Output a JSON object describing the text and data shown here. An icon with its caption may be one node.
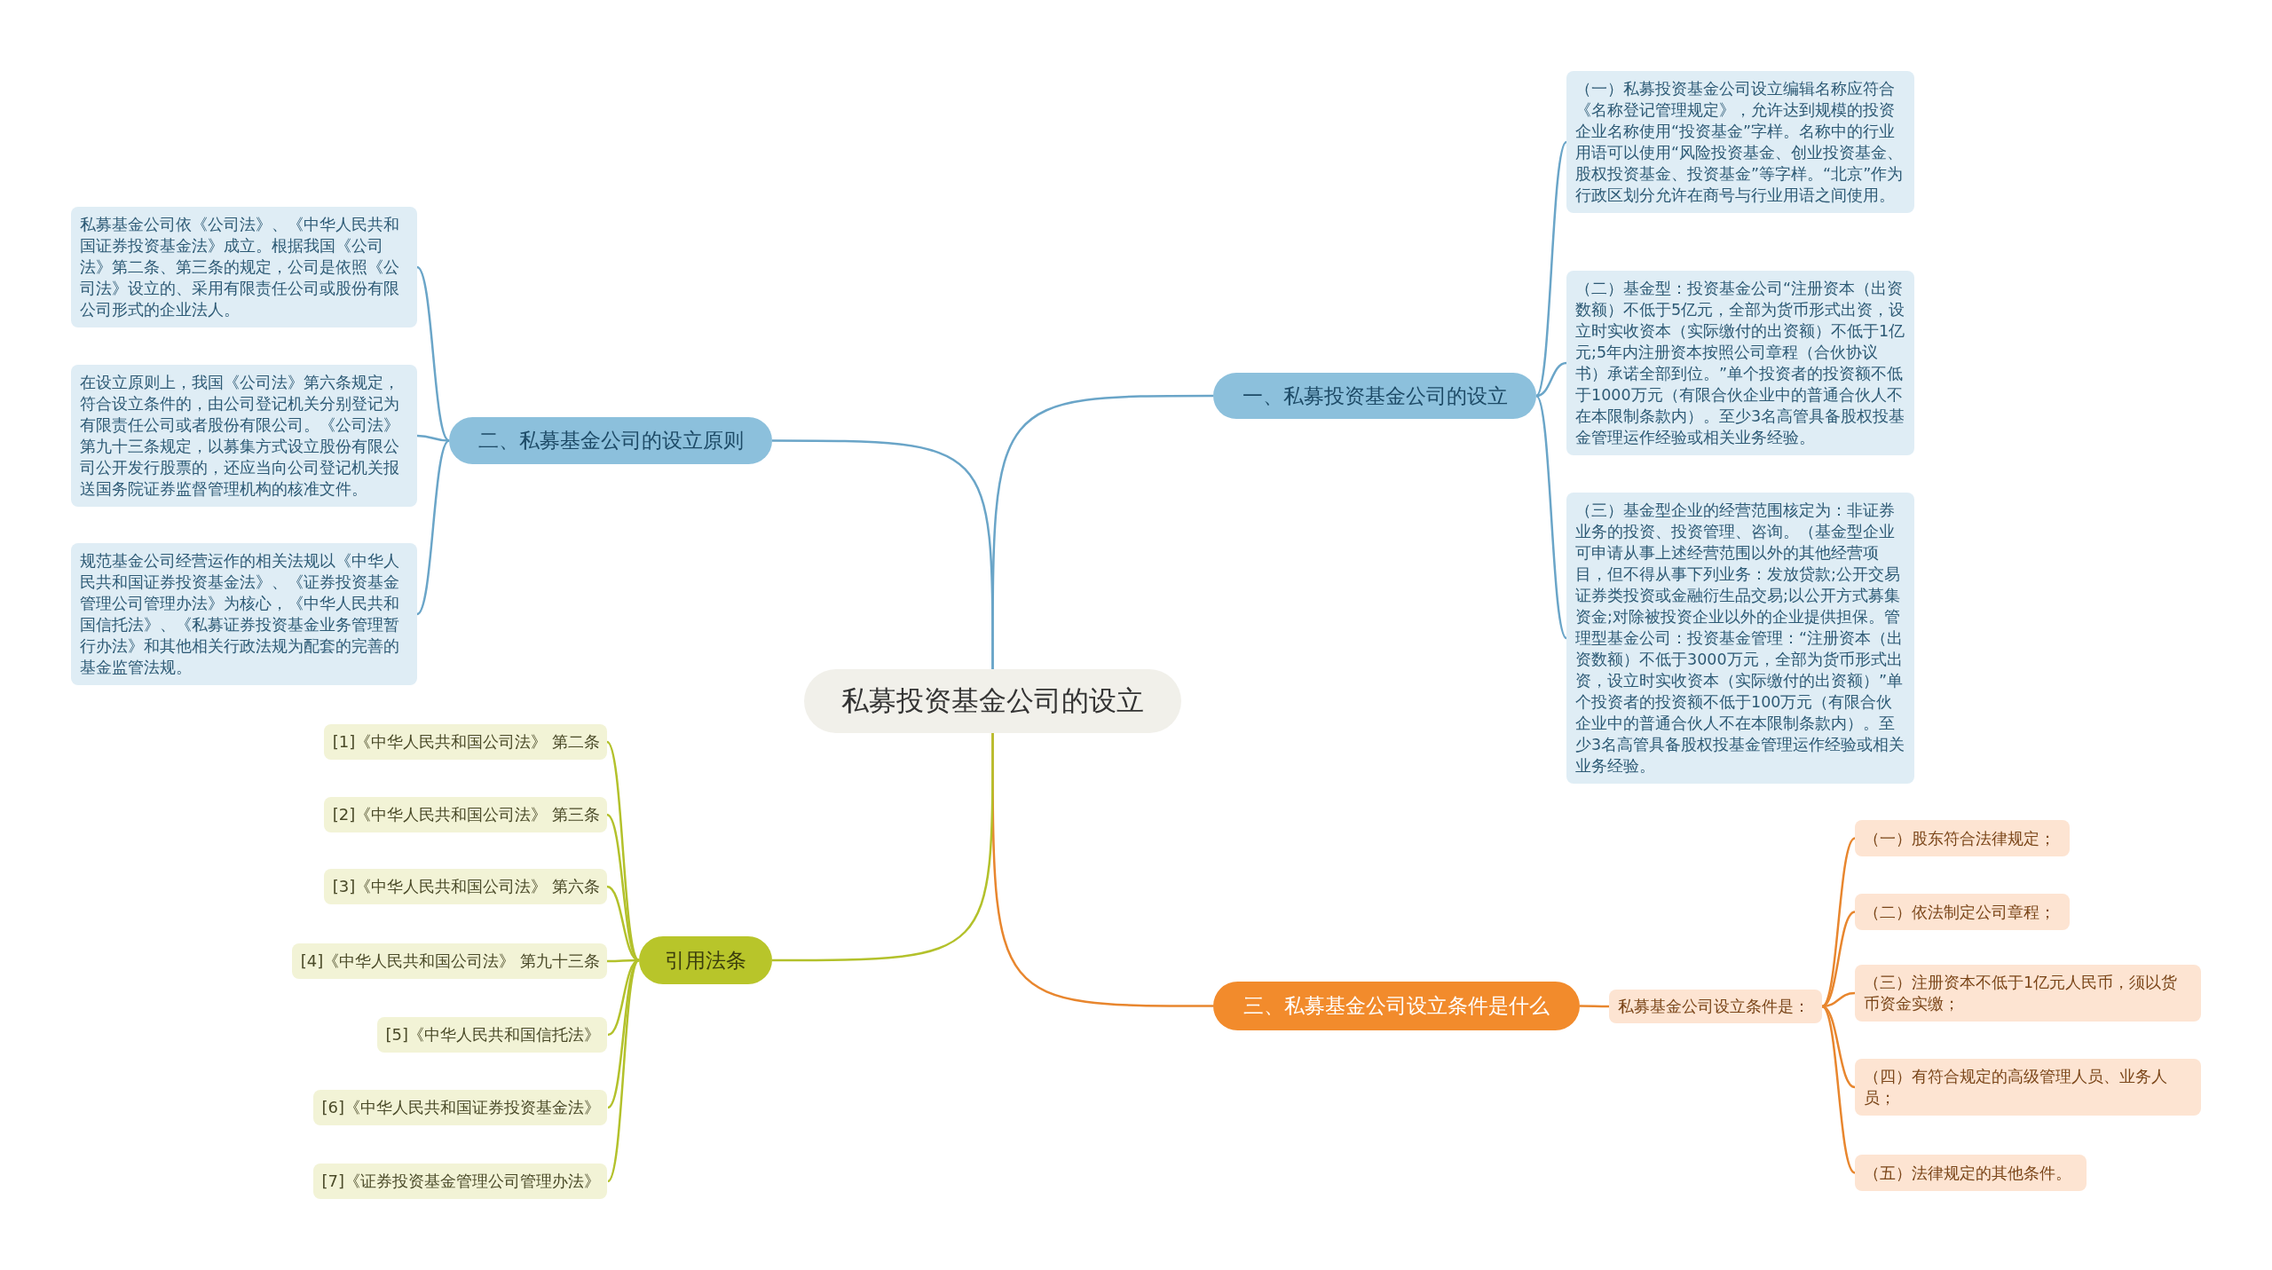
{
  "diagram": {
    "nodes": [
      {
        "text": [
          "私募投资基金公司的设立"
        ]
      },
      {
        "text": [
          "一、私募投资基金公司的设立"
        ]
      },
      {
        "text": [
          "（一）私募投资基金公司设立编辑名称应符合《名称登记管理规定》，允许达到规模的投资企业名称使用“投资基金”字样。名称中的行业用语可以使用“风险投资基金、创业投资基金、股权投资基金、投资基金”等字样。“北京”作为行政区划分允许在商号与行业用语之间使用。"
        ]
      },
      {
        "text": [
          "（二）基金型：投资基金公司“注册资本（出资数额）不低于5亿元，全部为货币形式出资，设立时实收资本（实际缴付的出资额）不低于1亿元;5年内注册资本按照公司章程（合伙协议书）承诺全部到位。”单个投资者的投资额不低于1000万元（有限合伙企业中的普通合伙人不在本限制条款内）。至少3名高管具备股权投基金管理运作经验或相关业务经验。"
        ]
      },
      {
        "text": [
          "（三）基金型企业的经营范围核定为：非证券业务的投资、投资管理、咨询。（基金型企业可申请从事上述经营范围以外的其他经营项目，但不得从事下列业务：发放贷款;公开交易证券类投资或金融衍生品交易;以公开方式募集资金;对除被投资企业以外的企业提供担保。管理型基金公司：投资基金管理：“注册资本（出资数额）不低于3000万元，全部为货币形式出资，设立时实收资本（实际缴付的出资额）”单个投资者的投资额不低于100万元（有限合伙企业中的普通合伙人不在本限制条款内）。至少3名高管具备股权投基金管理运作经验或相关业务经验。"
        ]
      },
      {
        "text": [
          "二、私募基金公司的设立原则"
        ]
      },
      {
        "text": [
          "私募基金公司依《公司法》、《中华人民共和国证券投资基金法》成立。根据我国《公司法》第二条、第三条的规定，公司是依照《公司法》设立的、采用有限责任公司或股份有限公司形式的企业法人。"
        ]
      },
      {
        "text": [
          "在设立原则上，我国《公司法》第六条规定，符合设立条件的，由公司登记机关分别登记为有限责任公司或者股份有限公司。《公司法》第九十三条规定，以募集方式设立股份有限公司公开发行股票的，还应当向公司登记机关报送国务院证券监督管理机构的核准文件。"
        ]
      },
      {
        "text": [
          "规范基金公司经营运作的相关法规以《中华人民共和国证券投资基金法》、《证券投资基金管理公司管理办法》为核心，《中华人民共和国信托法》、《私募证券投资基金业务管理暂行办法》和其他相关行政法规为配套的完善的基金监管法规。"
        ]
      },
      {
        "text": [
          "三、私募基金公司设立条件是什么"
        ]
      },
      {
        "text": [
          "私募基金公司设立条件是："
        ]
      },
      {
        "text": [
          "（一）股东符合法律规定；"
        ]
      },
      {
        "text": [
          "（二）依法制定公司章程；"
        ]
      },
      {
        "text": [
          "（三）注册资本不低于1亿元人民币，须以货币资金实缴；"
        ]
      },
      {
        "text": [
          "（四）有符合规定的高级管理人员、业务人员；"
        ]
      },
      {
        "text": [
          "（五）法律规定的其他条件。"
        ]
      },
      {
        "text": [
          "引用法条"
        ]
      },
      {
        "text": [
          "[1]《中华人民共和国公司法》 第二条"
        ]
      },
      {
        "text": [
          "[2]《中华人民共和国公司法》 第三条"
        ]
      },
      {
        "text": [
          "[3]《中华人民共和国公司法》 第六条"
        ]
      },
      {
        "text": [
          "[4]《中华人民共和国公司法》 第九十三条"
        ]
      },
      {
        "text": [
          "[5]《中华人民共和国信托法》"
        ]
      },
      {
        "text": [
          "[6]《中华人民共和国证券投资基金法》"
        ]
      },
      {
        "text": [
          "[7]《证券投资基金管理公司管理办法》"
        ]
      }
    ],
    "edges": [
      {
        "from": 0,
        "to": 1,
        "arrow": "none",
        "color": "#6aa5c8"
      },
      {
        "from": 1,
        "to": 2,
        "arrow": "none",
        "color": "#6aa5c8"
      },
      {
        "from": 1,
        "to": 3,
        "arrow": "none",
        "color": "#6aa5c8"
      },
      {
        "from": 1,
        "to": 4,
        "arrow": "none",
        "color": "#6aa5c8"
      },
      {
        "from": 0,
        "to": 5,
        "arrow": "none",
        "color": "#6aa5c8"
      },
      {
        "from": 5,
        "to": 6,
        "arrow": "none",
        "color": "#6aa5c8"
      },
      {
        "from": 5,
        "to": 7,
        "arrow": "none",
        "color": "#6aa5c8"
      },
      {
        "from": 5,
        "to": 8,
        "arrow": "none",
        "color": "#6aa5c8"
      },
      {
        "from": 0,
        "to": 9,
        "arrow": "none",
        "color": "#e8862e"
      },
      {
        "from": 9,
        "to": 10,
        "arrow": "none",
        "color": "#e8862e"
      },
      {
        "from": 10,
        "to": 11,
        "arrow": "none",
        "color": "#e8862e"
      },
      {
        "from": 10,
        "to": 12,
        "arrow": "none",
        "color": "#e8862e"
      },
      {
        "from": 10,
        "to": 13,
        "arrow": "none",
        "color": "#e8862e"
      },
      {
        "from": 10,
        "to": 14,
        "arrow": "none",
        "color": "#e8862e"
      },
      {
        "from": 10,
        "to": 15,
        "arrow": "none",
        "color": "#e8862e"
      },
      {
        "from": 0,
        "to": 16,
        "arrow": "none",
        "color": "#b3c12b"
      },
      {
        "from": 16,
        "to": 17,
        "arrow": "none",
        "color": "#b3c12b"
      },
      {
        "from": 16,
        "to": 18,
        "arrow": "none",
        "color": "#b3c12b"
      },
      {
        "from": 16,
        "to": 19,
        "arrow": "none",
        "color": "#b3c12b"
      },
      {
        "from": 16,
        "to": 20,
        "arrow": "none",
        "color": "#b3c12b"
      },
      {
        "from": 16,
        "to": 21,
        "arrow": "none",
        "color": "#b3c12b"
      },
      {
        "from": 16,
        "to": 22,
        "arrow": "none",
        "color": "#b3c12b"
      },
      {
        "from": 16,
        "to": 23,
        "arrow": "none",
        "color": "#b3c12b"
      }
    ]
  }
}
